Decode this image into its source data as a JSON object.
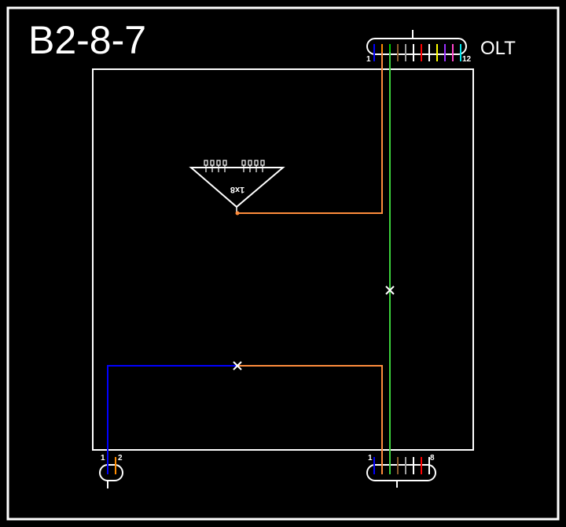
{
  "title": "B2-8-7",
  "olt_label": "OLT",
  "splitter": {
    "label": "1x8"
  },
  "top_cable": {
    "first_pin": "1",
    "last_pin": "12",
    "fiber_colors": [
      "#0000ff",
      "#ff8c00",
      "#00cc00",
      "#8b5a2b",
      "#9e9e9e",
      "#ffffff",
      "#ff0000",
      "#ffffff",
      "#ffff00",
      "#9b30ff",
      "#ff44cc",
      "#00e5ee"
    ]
  },
  "bottom_cable": {
    "first_pin": "1",
    "last_pin": "8",
    "fiber_colors": [
      "#0000ff",
      "#ff8c00",
      "#00cc00",
      "#8b5a2b",
      "#9e9e9e",
      "#ffffff",
      "#ff0000",
      "#ffffff"
    ]
  },
  "drop_cable": {
    "first_pin": "1",
    "last_pin": "2",
    "fiber_colors": [
      "#0000ff",
      "#ff8c00"
    ]
  },
  "colors": {
    "background": "#000000",
    "frame": "#ffffff",
    "fiber_orange": "#ff8c3c",
    "fiber_green": "#3cd23c",
    "fiber_blue": "#0000ff"
  }
}
